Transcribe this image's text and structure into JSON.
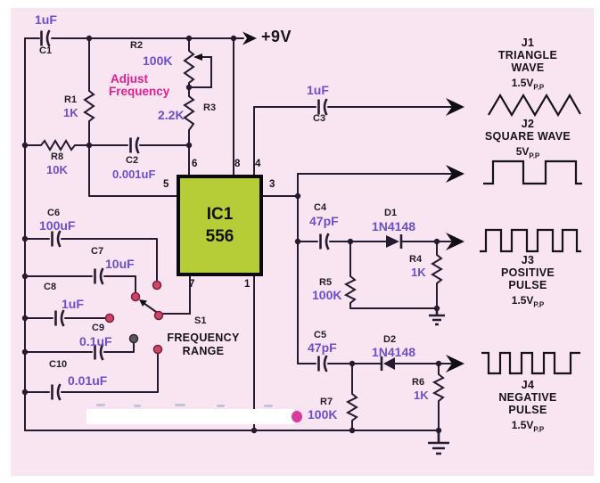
{
  "schematic": {
    "power_label": "+9V",
    "ic": {
      "ref": "IC1",
      "part": "556"
    },
    "pins": {
      "p1": "1",
      "p3": "3",
      "p4": "4",
      "p5": "5",
      "p6": "6",
      "p7": "7",
      "p8": "8"
    },
    "note": {
      "line1": "Adjust",
      "line2": "Frequency"
    },
    "switch": {
      "ref": "S1",
      "line1": "FREQUENCY",
      "line2": "RANGE"
    },
    "components": {
      "c1": {
        "ref": "C1",
        "value": "1uF"
      },
      "c2": {
        "ref": "C2",
        "value": "0.001uF"
      },
      "c3": {
        "ref": "C3",
        "value": "1uF"
      },
      "c4": {
        "ref": "C4",
        "value": "47pF"
      },
      "c5": {
        "ref": "C5",
        "value": "47pF"
      },
      "c6": {
        "ref": "C6",
        "value": "100uF"
      },
      "c7": {
        "ref": "C7",
        "value": "10uF"
      },
      "c8": {
        "ref": "C8",
        "value": "1uF"
      },
      "c9": {
        "ref": "C9",
        "value": "0.1uF"
      },
      "c10": {
        "ref": "C10",
        "value": "0.01uF"
      },
      "r1": {
        "ref": "R1",
        "value": "1K"
      },
      "r2": {
        "ref": "R2",
        "value": "100K"
      },
      "r3": {
        "ref": "R3",
        "value": "2.2K"
      },
      "r4": {
        "ref": "R4",
        "value": "1K"
      },
      "r5": {
        "ref": "R5",
        "value": "100K"
      },
      "r6": {
        "ref": "R6",
        "value": "1K"
      },
      "r7": {
        "ref": "R7",
        "value": "100K"
      },
      "r8": {
        "ref": "R8",
        "value": "10K"
      },
      "d1": {
        "ref": "D1",
        "value": "1N4148"
      },
      "d2": {
        "ref": "D2",
        "value": "1N4148"
      }
    },
    "outputs": {
      "j1": {
        "ref": "J1",
        "line1": "TRIANGLE",
        "line2": "WAVE",
        "level": "1.5V",
        "sub": "P.P"
      },
      "j2": {
        "ref": "J2",
        "line1": "SQUARE WAVE",
        "level": "5V",
        "sub": "P.P"
      },
      "j3": {
        "ref": "J3",
        "line1": "POSITIVE",
        "line2": "PULSE",
        "level": "1.5V",
        "sub": "P.P"
      },
      "j4": {
        "ref": "J4",
        "line1": "NEGATIVE",
        "line2": "PULSE",
        "level": "1.5V",
        "sub": "P.P"
      }
    },
    "colors": {
      "background": "#f9e5f2",
      "ic_fill": "#b7cd37",
      "value_text": "#6b50c9",
      "note_text": "#e01f8f",
      "wire": "#241b30",
      "switch_contact": "#cc4766",
      "watermark_dot": "#d93a9c"
    }
  }
}
